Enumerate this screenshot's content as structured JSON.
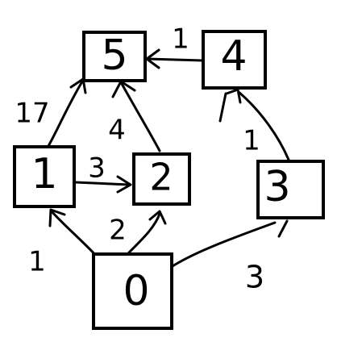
{
  "nodes": {
    "n0": {
      "label": "0"
    },
    "n1": {
      "label": "1"
    },
    "n2": {
      "label": "2"
    },
    "n3": {
      "label": "3"
    },
    "n4": {
      "label": "4"
    },
    "n5": {
      "label": "5"
    }
  },
  "edges": [
    {
      "from": "0",
      "to": "1",
      "weight": "1"
    },
    {
      "from": "0",
      "to": "2",
      "weight": "2"
    },
    {
      "from": "0",
      "to": "3",
      "weight": "3"
    },
    {
      "from": "1",
      "to": "2",
      "weight": "3"
    },
    {
      "from": "1",
      "to": "5",
      "weight": "17"
    },
    {
      "from": "2",
      "to": "5",
      "weight": "4"
    },
    {
      "from": "3",
      "to": "4",
      "weight": "1"
    },
    {
      "from": "4",
      "to": "5",
      "weight": "1"
    }
  ],
  "colors": {
    "stroke": "#000000",
    "background": "#ffffff"
  }
}
